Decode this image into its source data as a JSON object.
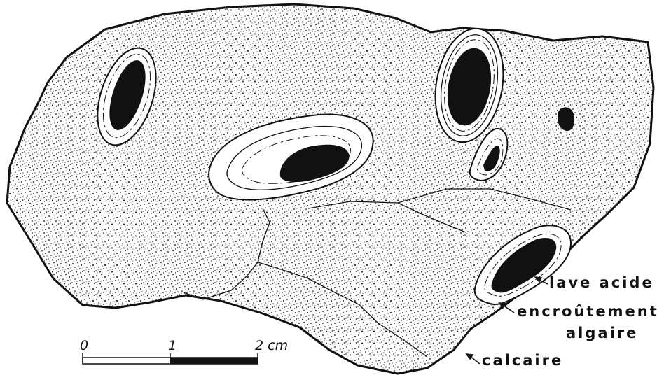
{
  "labels": {
    "lave_acide": "lave acide",
    "encroutement_line1": "encroûtement",
    "encroutement_line2": "algaire",
    "calcaire": "calcaire"
  },
  "scale_bar": {
    "tick_0": "0",
    "tick_1": "1",
    "tick_2": "2 cm"
  },
  "colors": {
    "ink": "#111111",
    "paper": "#ffffff"
  }
}
